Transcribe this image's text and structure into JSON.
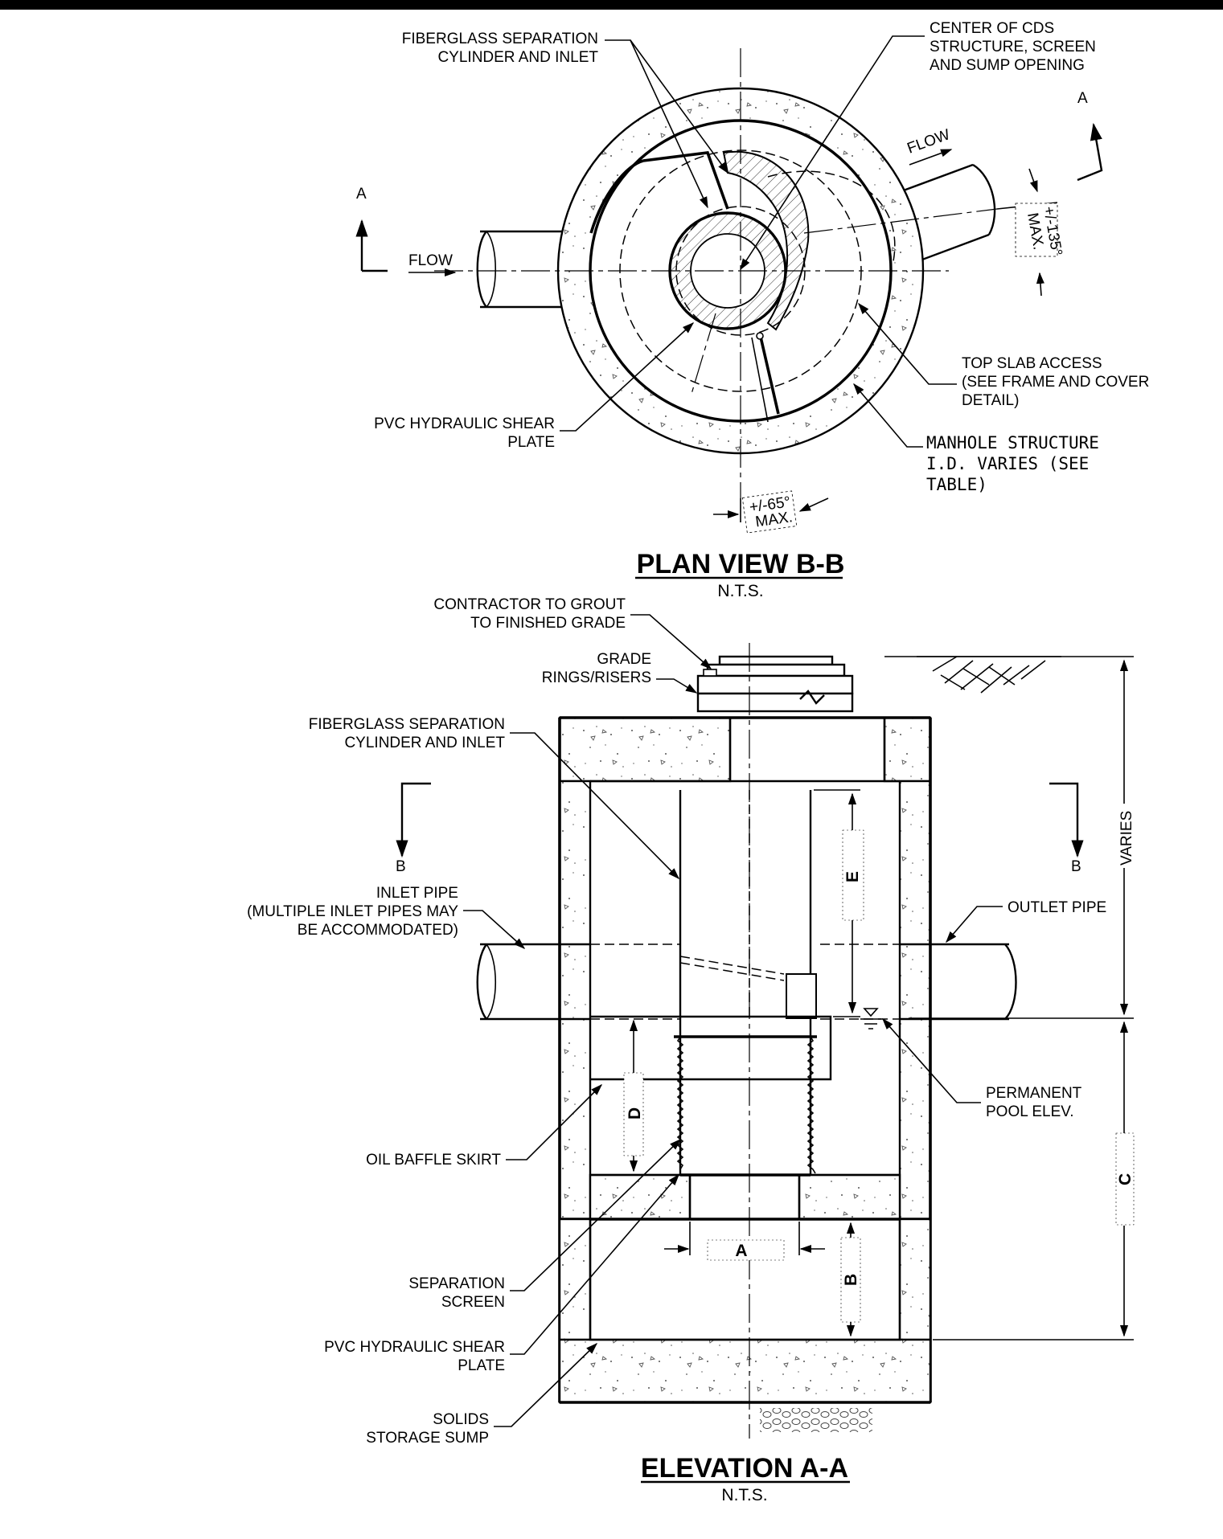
{
  "plan_view": {
    "title": "PLAN VIEW B-B",
    "scale": "N.T.S.",
    "section_mark": "A",
    "flow_label": "FLOW",
    "callouts": {
      "fiberglass_1": "FIBERGLASS SEPARATION",
      "fiberglass_2": "CYLINDER AND INLET",
      "center_1": "CENTER OF CDS",
      "center_2": "STRUCTURE, SCREEN",
      "center_3": "AND SUMP OPENING",
      "top_slab_1": "TOP SLAB ACCESS",
      "top_slab_2": "(SEE FRAME AND COVER",
      "top_slab_3": "DETAIL)",
      "pvc_1": "PVC HYDRAULIC SHEAR",
      "pvc_2": "PLATE",
      "manhole_1": "MANHOLE STRUCTURE",
      "manhole_2": "I.D. VARIES (SEE",
      "manhole_3": "TABLE)"
    },
    "angle_outlet_1": "+/-135°",
    "angle_outlet_2": "MAX.",
    "angle_sump_1": "+/-65°",
    "angle_sump_2": "MAX."
  },
  "elevation": {
    "title": "ELEVATION A-A",
    "scale": "N.T.S.",
    "section_mark": "B",
    "callouts": {
      "grout_1": "CONTRACTOR TO GROUT",
      "grout_2": "TO FINISHED GRADE",
      "grade_1": "GRADE",
      "grade_2": "RINGS/RISERS",
      "fiberglass_1": "FIBERGLASS SEPARATION",
      "fiberglass_2": "CYLINDER AND INLET",
      "inlet_1": "INLET PIPE",
      "inlet_2": "(MULTIPLE INLET PIPES MAY",
      "inlet_3": "BE ACCOMMODATED)",
      "outlet": "OUTLET PIPE",
      "pool_1": "PERMANENT",
      "pool_2": "POOL ELEV.",
      "oil_baffle": "OIL BAFFLE SKIRT",
      "screen_1": "SEPARATION",
      "screen_2": "SCREEN",
      "pvc_1": "PVC HYDRAULIC SHEAR",
      "pvc_2": "PLATE",
      "sump_1": "SOLIDS",
      "sump_2": "STORAGE SUMP"
    },
    "dims": {
      "varies": "VARIES",
      "a": "A",
      "b": "B",
      "c": "C",
      "d": "D",
      "e": "E"
    }
  }
}
